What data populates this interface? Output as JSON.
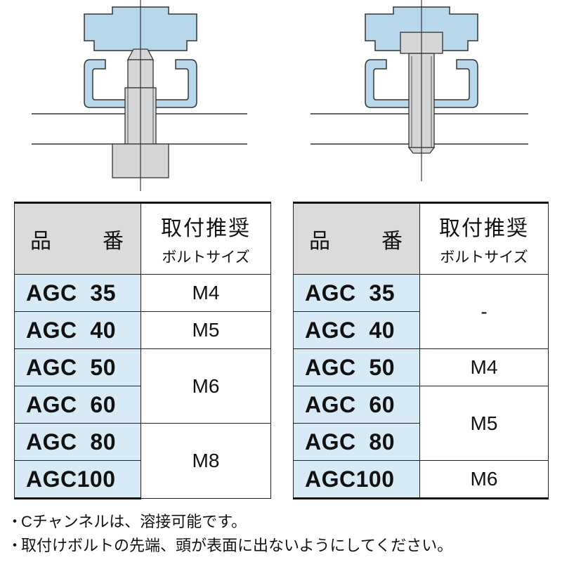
{
  "left_table": {
    "header_part_left": "品",
    "header_part_right": "番",
    "header_bolt_title": "取付推奨",
    "header_bolt_sub": "ボルトサイズ",
    "rows": [
      {
        "part": "AGC  35",
        "bolt": "M4"
      },
      {
        "part": "AGC  40",
        "bolt": "M5"
      },
      {
        "part": "AGC  50",
        "bolt": "M6"
      },
      {
        "part": "AGC  60",
        "bolt": "M6"
      },
      {
        "part": "AGC  80",
        "bolt": "M8"
      },
      {
        "part": "AGC100",
        "bolt": "M8"
      }
    ]
  },
  "right_table": {
    "header_part_left": "品",
    "header_part_right": "番",
    "header_bolt_title": "取付推奨",
    "header_bolt_sub": "ボルトサイズ",
    "rows": [
      {
        "part": "AGC  35",
        "bolt": "-"
      },
      {
        "part": "AGC  40",
        "bolt": "-"
      },
      {
        "part": "AGC  50",
        "bolt": "M4"
      },
      {
        "part": "AGC  60",
        "bolt": "M5"
      },
      {
        "part": "AGC  80",
        "bolt": "M5"
      },
      {
        "part": "AGC100",
        "bolt": "M6"
      }
    ]
  },
  "notes": {
    "bullet": "・",
    "line1": "Cチャンネルは、溶接可能です。",
    "line2": "取付けボルトの先端、頭が表面に出ないようにしてください。"
  },
  "colors": {
    "channel_fill": "#b7d7ea",
    "table_part_bg": "#d7eaf6",
    "table_header_bg": "#d9dbdc",
    "bolt_fill": "#d4d6d8"
  }
}
